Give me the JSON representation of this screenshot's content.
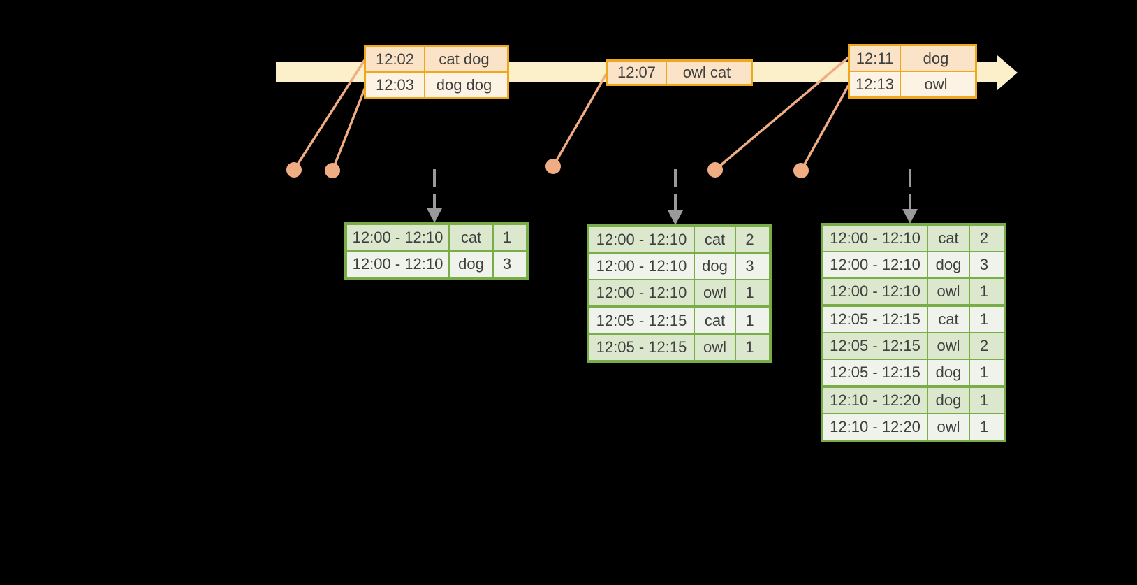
{
  "colors": {
    "background": "#000000",
    "timeline_fill": "#FBF0C9",
    "event_border": "#EFA71C",
    "event_row_a": "#FAE3C6",
    "event_row_b": "#FDF3E4",
    "connector": "#F0AC82",
    "result_border": "#79AD47",
    "result_row_a": "#DCE8CE",
    "result_row_b": "#EFF3EB",
    "arrow_gray": "#9A9A9A",
    "text": "#3F3F3F"
  },
  "timeline": {
    "direction": "left-to-right"
  },
  "event_tables": [
    {
      "name": "events-at-12-02",
      "rows": [
        {
          "time": "12:02",
          "words": "cat dog"
        },
        {
          "time": "12:03",
          "words": "dog dog"
        }
      ]
    },
    {
      "name": "events-at-12-07",
      "rows": [
        {
          "time": "12:07",
          "words": "owl cat"
        }
      ]
    },
    {
      "name": "events-at-12-11",
      "rows": [
        {
          "time": "12:11",
          "words": "dog"
        },
        {
          "time": "12:13",
          "words": "owl"
        }
      ]
    }
  ],
  "result_tables": [
    {
      "name": "windowed-counts-1",
      "rows": [
        {
          "window": "12:00 - 12:10",
          "word": "cat",
          "count": "1"
        },
        {
          "window": "12:00 - 12:10",
          "word": "dog",
          "count": "3"
        }
      ]
    },
    {
      "name": "windowed-counts-2",
      "rows": [
        {
          "window": "12:00 - 12:10",
          "word": "cat",
          "count": "2"
        },
        {
          "window": "12:00 - 12:10",
          "word": "dog",
          "count": "3"
        },
        {
          "window": "12:00 - 12:10",
          "word": "owl",
          "count": "1"
        },
        {
          "window": "12:05 - 12:15",
          "word": "cat",
          "count": "1",
          "new_group": true
        },
        {
          "window": "12:05 - 12:15",
          "word": "owl",
          "count": "1"
        }
      ]
    },
    {
      "name": "windowed-counts-3",
      "rows": [
        {
          "window": "12:00 - 12:10",
          "word": "cat",
          "count": "2"
        },
        {
          "window": "12:00 - 12:10",
          "word": "dog",
          "count": "3"
        },
        {
          "window": "12:00 - 12:10",
          "word": "owl",
          "count": "1"
        },
        {
          "window": "12:05 - 12:15",
          "word": "cat",
          "count": "1",
          "new_group": true
        },
        {
          "window": "12:05 - 12:15",
          "word": "owl",
          "count": "2"
        },
        {
          "window": "12:05 - 12:15",
          "word": "dog",
          "count": "1"
        },
        {
          "window": "12:10 - 12:20",
          "word": "dog",
          "count": "1",
          "new_group": true
        },
        {
          "window": "12:10 - 12:20",
          "word": "owl",
          "count": "1"
        }
      ]
    }
  ]
}
